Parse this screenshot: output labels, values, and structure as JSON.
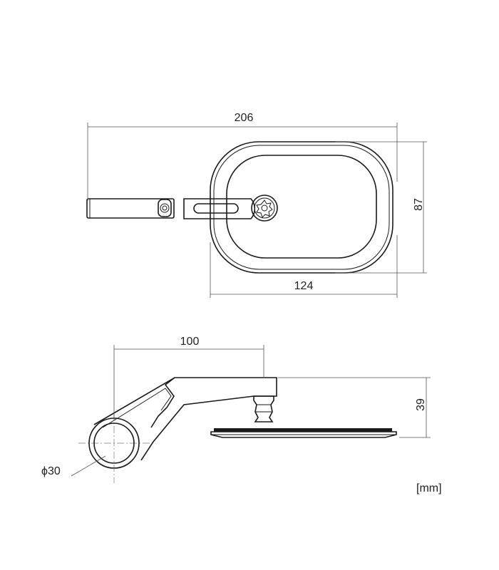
{
  "top_view": {
    "overall_width": "206",
    "mirror_width": "124",
    "mirror_height": "87"
  },
  "side_view": {
    "reach": "100",
    "height": "39",
    "clamp_diameter": "ϕ30"
  },
  "unit_label": "[mm]"
}
